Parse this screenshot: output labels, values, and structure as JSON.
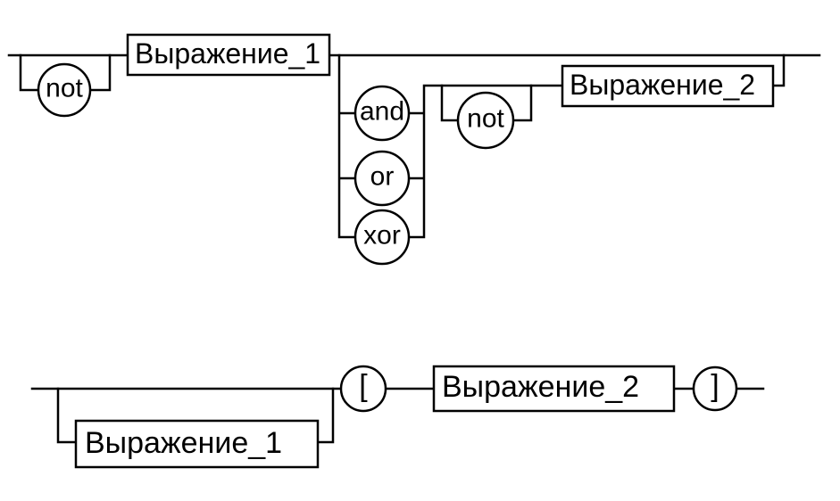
{
  "diagram1": {
    "expression1": "Выражение_1",
    "expression2": "Выражение_2",
    "not_first": "not",
    "and": "and",
    "or": "or",
    "xor": "xor",
    "not_second": "not"
  },
  "diagram2": {
    "expression1": "Выражение_1",
    "expression2": "Выражение_2",
    "open_bracket": "[",
    "close_bracket": "]"
  }
}
